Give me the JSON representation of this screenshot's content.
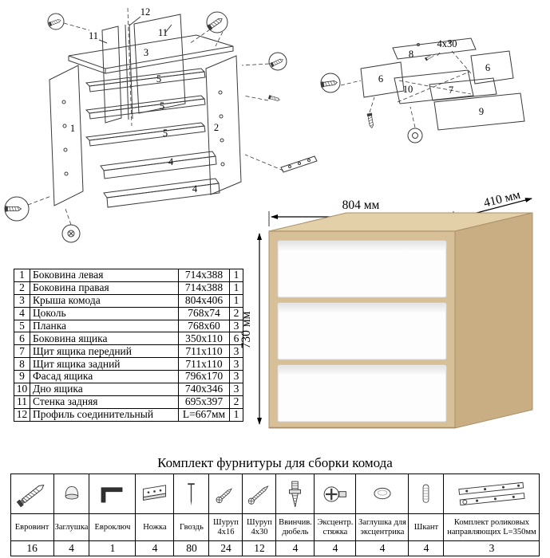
{
  "dimensions": {
    "width": "804 мм",
    "depth": "410 мм",
    "height": "730 мм"
  },
  "diagram_labels": {
    "carcass": {
      "n12": "12",
      "n11a": "11",
      "n11b": "11",
      "n3": "3",
      "n1": "1",
      "n2": "2",
      "n5a": "5",
      "n5b": "5",
      "n5c": "5",
      "n4a": "4",
      "n4b": "4"
    },
    "drawer": {
      "n8": "8",
      "n6a": "6",
      "n6b": "6",
      "n10": "10",
      "n7": "7",
      "n9": "9",
      "screw": "4x30"
    }
  },
  "parts_table": {
    "rows": [
      {
        "num": "1",
        "name": "Боковина левая",
        "size": "714x388",
        "qty": "1"
      },
      {
        "num": "2",
        "name": "Боковина правая",
        "size": "714x388",
        "qty": "1"
      },
      {
        "num": "3",
        "name": "Крыша комода",
        "size": "804x406",
        "qty": "1"
      },
      {
        "num": "4",
        "name": "Цоколь",
        "size": "768x74",
        "qty": "2"
      },
      {
        "num": "5",
        "name": "Планка",
        "size": "768x60",
        "qty": "3"
      },
      {
        "num": "6",
        "name": "Боковина ящика",
        "size": "350x110",
        "qty": "6"
      },
      {
        "num": "7",
        "name": "Щит ящика передний",
        "size": "711x110",
        "qty": "3"
      },
      {
        "num": "8",
        "name": "Щит ящика задний",
        "size": "711x110",
        "qty": "3"
      },
      {
        "num": "9",
        "name": "Фасад ящика",
        "size": "796x170",
        "qty": "3"
      },
      {
        "num": "10",
        "name": "Дно ящика",
        "size": "740x346",
        "qty": "3"
      },
      {
        "num": "11",
        "name": "Стенка задняя",
        "size": "695x397",
        "qty": "2"
      },
      {
        "num": "12",
        "name": "Профиль соединительный",
        "size": "L=667мм",
        "qty": "1"
      }
    ]
  },
  "hardware": {
    "title": "Комплект фурнитуры для сборки комода",
    "items": [
      {
        "name": "Евровинт",
        "qty": "16",
        "icon": "confirmat-screw-icon"
      },
      {
        "name": "Заглушка",
        "qty": "4",
        "icon": "plug-cap-icon"
      },
      {
        "name": "Евроключ",
        "qty": "1",
        "icon": "hex-key-icon"
      },
      {
        "name": "Ножка",
        "qty": "4",
        "icon": "furniture-leg-icon"
      },
      {
        "name": "Гвоздь",
        "qty": "80",
        "icon": "nail-icon"
      },
      {
        "name": "Шуруп 4x16",
        "qty": "24",
        "icon": "screw-4x16-icon"
      },
      {
        "name": "Шуруп 4x30",
        "qty": "12",
        "icon": "screw-4x30-icon"
      },
      {
        "name": "Ввинчив. дюбель",
        "qty": "4",
        "icon": "insert-dowel-icon"
      },
      {
        "name": "Эксцентр. стяжка",
        "qty": "4",
        "icon": "cam-lock-icon"
      },
      {
        "name": "Заглушка для эксцентрика",
        "qty": "4",
        "icon": "cam-cover-icon"
      },
      {
        "name": "Шкант",
        "qty": "4",
        "icon": "wood-dowel-icon"
      },
      {
        "name": "Комплект роликовых направляющих L=350мм",
        "qty": "3",
        "icon": "drawer-slides-icon"
      }
    ],
    "colors": {
      "wood_front": "#d7bf97",
      "wood_top": "#e3cfa8",
      "wood_side": "#c9ae84",
      "drawer_white": "#fdfdfd"
    }
  }
}
